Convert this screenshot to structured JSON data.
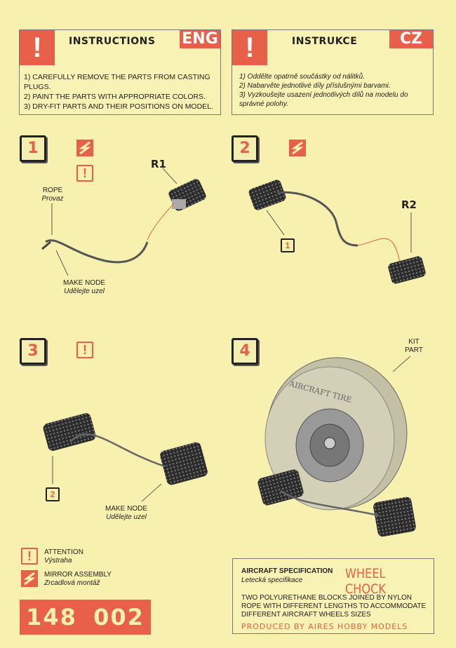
{
  "instructions_eng": {
    "title": "INSTRUCTIONS",
    "lang": "ENG",
    "steps": [
      "1) CAREFULLY REMOVE THE PARTS FROM CASTING PLUGS.",
      "2) PAINT THE PARTS WITH APPROPRIATE COLORS.",
      "3) DRY-FIT PARTS AND THEIR POSITIONS ON MODEL."
    ]
  },
  "instructions_cz": {
    "title": "INSTRUKCE",
    "lang": "CZ",
    "steps": [
      "1) Oddělte opatrně součástky od nálitků.",
      "2) Nabarvěte jednotlivé díly příslušnými barvami.",
      "3) Vyzkoušejte usazení jednotlivých dílů na modelu do správné polohy."
    ]
  },
  "steps": [
    {
      "number": "1",
      "part": "R1",
      "rope_en": "ROPE",
      "rope_cz": "Provaz",
      "node_en": "MAKE NODE",
      "node_cz": "Udělejte uzel"
    },
    {
      "number": "2",
      "part": "R2",
      "ref": "1"
    },
    {
      "number": "3",
      "ref": "2",
      "node_en": "MAKE NODE",
      "node_cz": "Udělejte uzel"
    },
    {
      "number": "4",
      "kit_en": "KIT",
      "kit_en2": "PART",
      "wheel_text": "AIRCRAFT TIRE"
    }
  ],
  "legend": {
    "attention_en": "ATTENTION",
    "attention_cz": "Výstraha",
    "mirror_en": "MIRROR ASSEMBLY",
    "mirror_cz": "Zrcadlová montáž"
  },
  "product_code": "148 002",
  "spec": {
    "title": "AIRCRAFT SPECIFICATION",
    "title_cz": "Letecká specifikace",
    "product": "WHEEL CHOCK",
    "description": "TWO POLYURETHANE BLOCKS JOINED BY NYLON ROPE WITH DIFFERENT LENGTHS TO ACCOMMODATE DIFFERENT AIRCRAFT WHEELS SIZES",
    "producer": "PRODUCED BY AIRES HOBBY MODELS"
  },
  "colors": {
    "accent": "#e8604a",
    "paper": "#f7f0ae"
  }
}
